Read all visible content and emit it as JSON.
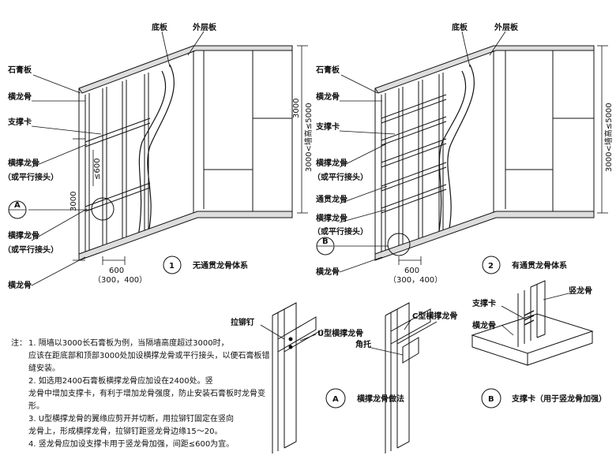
{
  "left_panel": {
    "labels": {
      "base_board": "底板",
      "outer_board": "外层板",
      "gypsum_board": "石膏板",
      "horizontal_keel_top": "横龙骨",
      "support_clip": "支撑卡",
      "brace_keel": "横撑龙骨",
      "brace_note": "（或平行接头）",
      "callout_a": "A",
      "brace_keel_bottom": "横撑龙骨",
      "brace_note_bottom": "（或平行接头）",
      "horizontal_keel_bottom": "横龙骨"
    },
    "dims": {
      "height_left": "3000",
      "spacing": "≤600",
      "height_right_1": "3000",
      "height_right_2": "3000<墙高≤5000",
      "width_1": "600",
      "width_2": "（300，400）"
    },
    "caption_number": "1",
    "caption": "无通贯龙骨体系"
  },
  "right_panel": {
    "labels": {
      "base_board": "底板",
      "outer_board": "外层板",
      "gypsum_board": "石膏板",
      "horizontal_keel_top": "横龙骨",
      "support_clip": "支撑卡",
      "brace_keel": "横撑龙骨",
      "brace_note": "（或平行接头）",
      "through_keel": "通贯龙骨",
      "brace_keel_2": "横撑龙骨",
      "brace_note_2": "（或平行接头）",
      "callout_b": "B",
      "horizontal_keel_bottom": "横龙骨"
    },
    "dims": {
      "height_right": "3000<墙高≤5000",
      "width_1": "600",
      "width_2": "（300，400）"
    },
    "caption_number": "2",
    "caption": "有通贯龙骨体系"
  },
  "detail_a": {
    "rivet": "拉铆钉",
    "u_brace": "U型横撑龙骨",
    "c_brace": "C型横撑龙骨",
    "angle": "角托",
    "callout": "A",
    "caption": "横撑龙骨做法"
  },
  "detail_b": {
    "support_clip": "支撑卡",
    "vertical_keel": "竖龙骨",
    "horizontal_keel": "横龙骨",
    "callout": "B",
    "caption": "支撑卡（用于竖龙骨加强）"
  },
  "notes": {
    "heading": "注：",
    "items": [
      "1. 隔墙以3000长石膏板为例，当隔墙高度超过3000时，",
      "应该在距底部和顶部3000处加设横撑龙骨或平行接头，以便石膏板错缝安装。",
      "2. 如选用2400石膏板横撑龙骨应加设在2400处。竖",
      "龙骨中增加支撑卡，有利于增加龙骨强度，防止安装石膏板时龙骨变形。",
      "3. U型横撑龙骨的翼缘应剪开并切断，用拉铆钉固定在竖向",
      "龙骨上，形成横撑龙骨，拉铆钉距竖龙骨边缘15～20。",
      "4. 竖龙骨应加设支撑卡用于竖龙骨加强，间距≤600为宜。"
    ]
  }
}
